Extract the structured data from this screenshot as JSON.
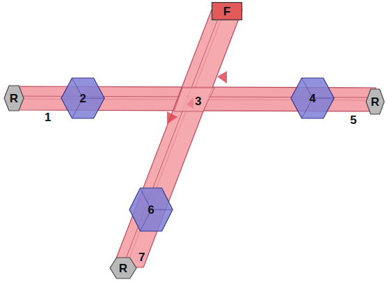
{
  "diagram": {
    "nodes": [
      {
        "text": [
          "R"
        ]
      },
      {
        "text": [
          "2"
        ]
      },
      {
        "text": [
          "F"
        ]
      },
      {
        "text": [
          "4"
        ]
      },
      {
        "text": [
          "R"
        ]
      },
      {
        "text": [
          "6"
        ]
      },
      {
        "text": [
          "R"
        ]
      }
    ],
    "labels": [
      "1",
      "3",
      "5",
      "7"
    ]
  }
}
